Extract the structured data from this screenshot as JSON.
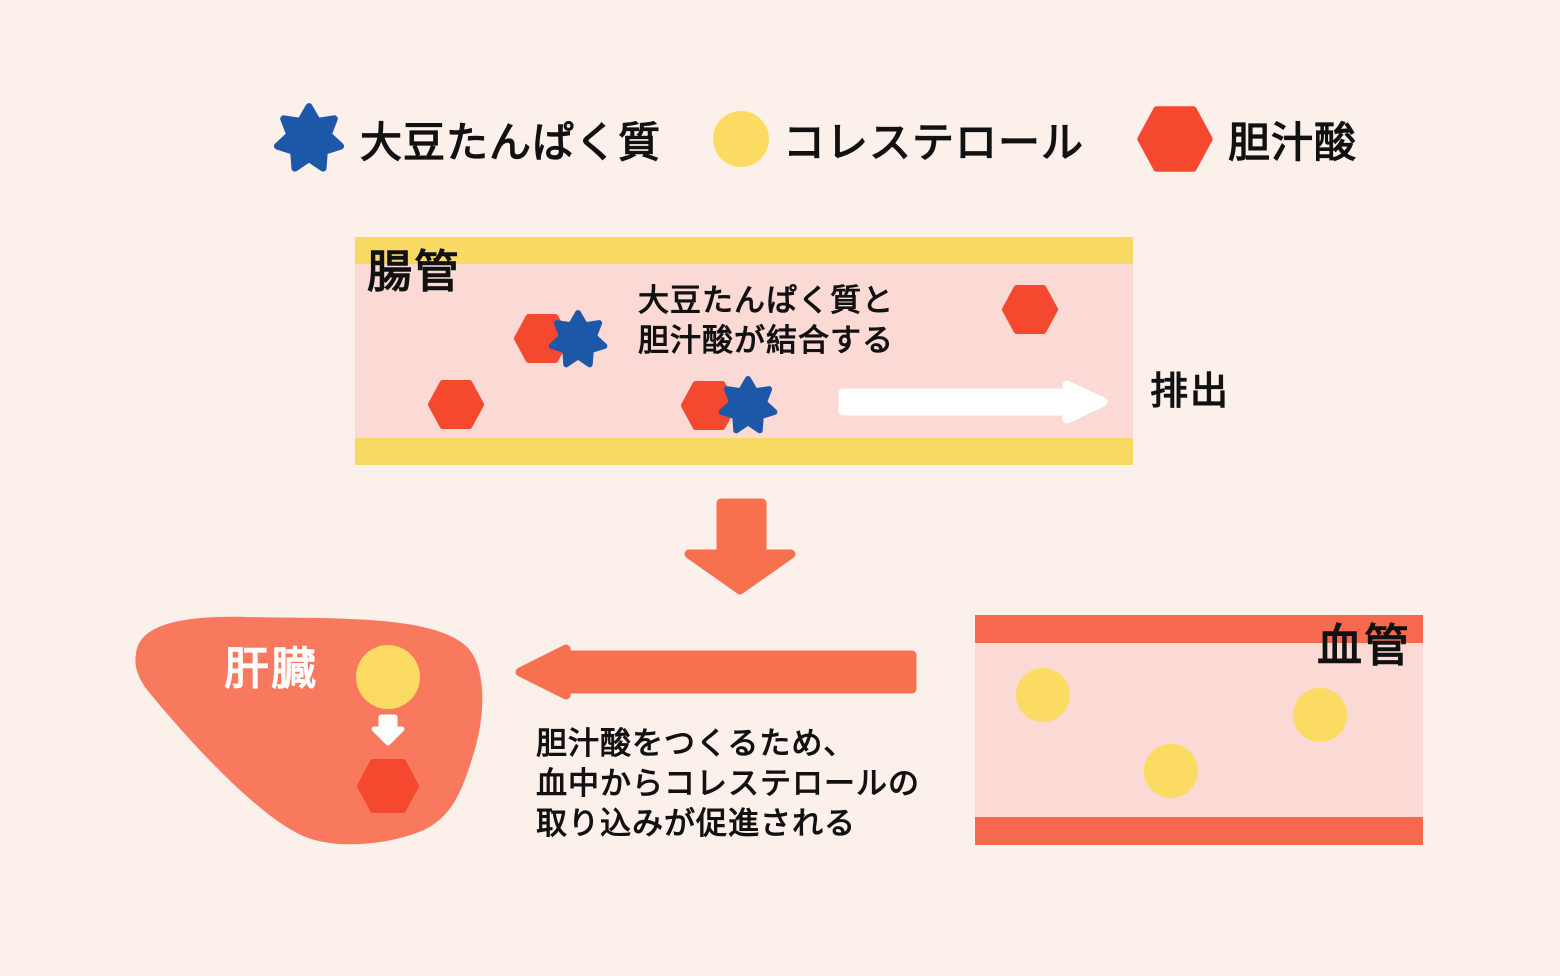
{
  "palette": {
    "background": "#FCF0EB",
    "tube_interior_pink": "#FBDAD6",
    "intestine_wall_yellow": "#F8D964",
    "vessel_wall_coral": "#F7694E",
    "arrow_coral": "#F7714F",
    "liver_coral": "#F8795E",
    "bile_acid_red": "#F5492F",
    "soy_protein_blue": "#1D57A8",
    "cholesterol_yellow": "#FBDB62",
    "text_black": "#111111",
    "white": "#FFFFFF"
  },
  "legend": {
    "items": [
      {
        "id": "soy-protein",
        "shape": "star",
        "color": "#1D57A8",
        "label": "大豆たんぱく質"
      },
      {
        "id": "cholesterol",
        "shape": "circle",
        "color": "#FBDB62",
        "label": "コレステロール"
      },
      {
        "id": "bile-acid",
        "shape": "hexagon",
        "color": "#F5492F",
        "label": "胆汁酸"
      }
    ]
  },
  "intestine": {
    "title": "腸管",
    "annotation_line1": "大豆たんぱく質と",
    "annotation_line2": "胆汁酸が結合する",
    "excretion_label": "排出"
  },
  "liver": {
    "title": "肝臓"
  },
  "vessel": {
    "title": "血管"
  },
  "note": {
    "line1": "胆汁酸をつくるため、",
    "line2": "血中からコレステロールの",
    "line3": "取り込みが促進される"
  }
}
